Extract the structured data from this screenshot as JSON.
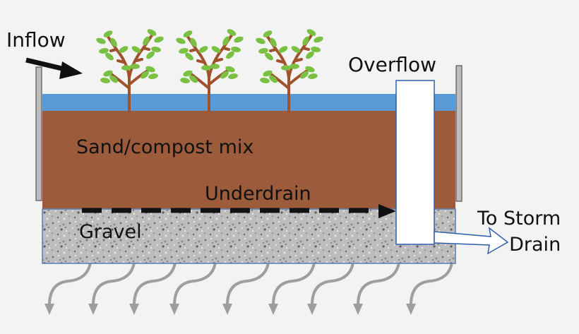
{
  "labels": {
    "inflow": "Inflow",
    "overflow": "Overflow",
    "soil": "Sand/compost mix",
    "underdrain": "Underdrain",
    "gravel": "Gravel",
    "storm_drain_line1": "To Storm",
    "storm_drain_line2": "Drain"
  },
  "colors": {
    "background": "#f3f3f3",
    "water": "#5b9bd5",
    "soil": "#9c5b3a",
    "gravel": "#b9b9b9",
    "wall": "#bdbdbd",
    "pipe": "#ffffff",
    "foliage": "#7ac143",
    "trunk": "#a0522d",
    "arrow": "#111111",
    "infiltration_arrow": "#9e9e9e",
    "outflow_arrow": "#2e5fa8"
  },
  "plant_count": 3,
  "infiltration_arrow_count": 9
}
